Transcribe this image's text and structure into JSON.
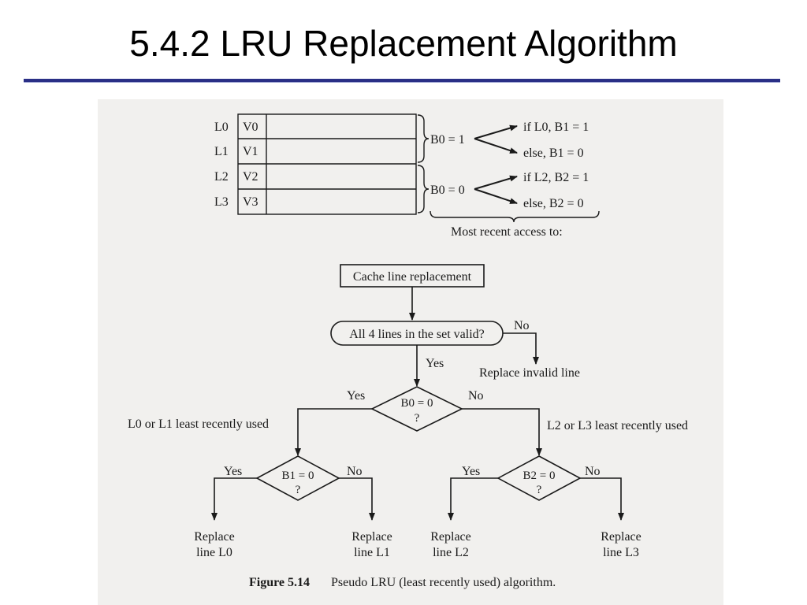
{
  "slide": {
    "title": "5.4.2 LRU Replacement Algorithm"
  },
  "figure": {
    "caption_label": "Figure 5.14",
    "caption_text": "Pseudo LRU (least recently used) algorithm.",
    "cache_lines": [
      {
        "line": "L0",
        "valid": "V0"
      },
      {
        "line": "L1",
        "valid": "V1"
      },
      {
        "line": "L2",
        "valid": "V2"
      },
      {
        "line": "L3",
        "valid": "V3"
      }
    ],
    "b0_top": "B0 = 1",
    "b0_bottom": "B0 = 0",
    "rule_l0": "if L0, B1 = 1",
    "rule_else1": "else,  B1 = 0",
    "rule_l2": "if L2, B2 = 1",
    "rule_else2": "else,  B2 = 0",
    "most_recent": "Most recent access to:",
    "start_box": "Cache line replacement",
    "decision_valid": "All 4 lines in the set valid?",
    "replace_invalid": "Replace invalid line",
    "yes": "Yes",
    "no": "No",
    "decision_b0_line1": "B0 = 0",
    "decision_b0_line2": "?",
    "l0l1_least": "L0 or L1 least recently used",
    "l2l3_least": "L2 or L3 least recently used",
    "decision_b1_line1": "B1 = 0",
    "decision_b1_line2": "?",
    "decision_b2_line1": "B2 = 0",
    "decision_b2_line2": "?",
    "replace_word": "Replace",
    "line_l0": "line L0",
    "line_l1": "line L1",
    "line_l2": "line L2",
    "line_l3": "line L3"
  }
}
